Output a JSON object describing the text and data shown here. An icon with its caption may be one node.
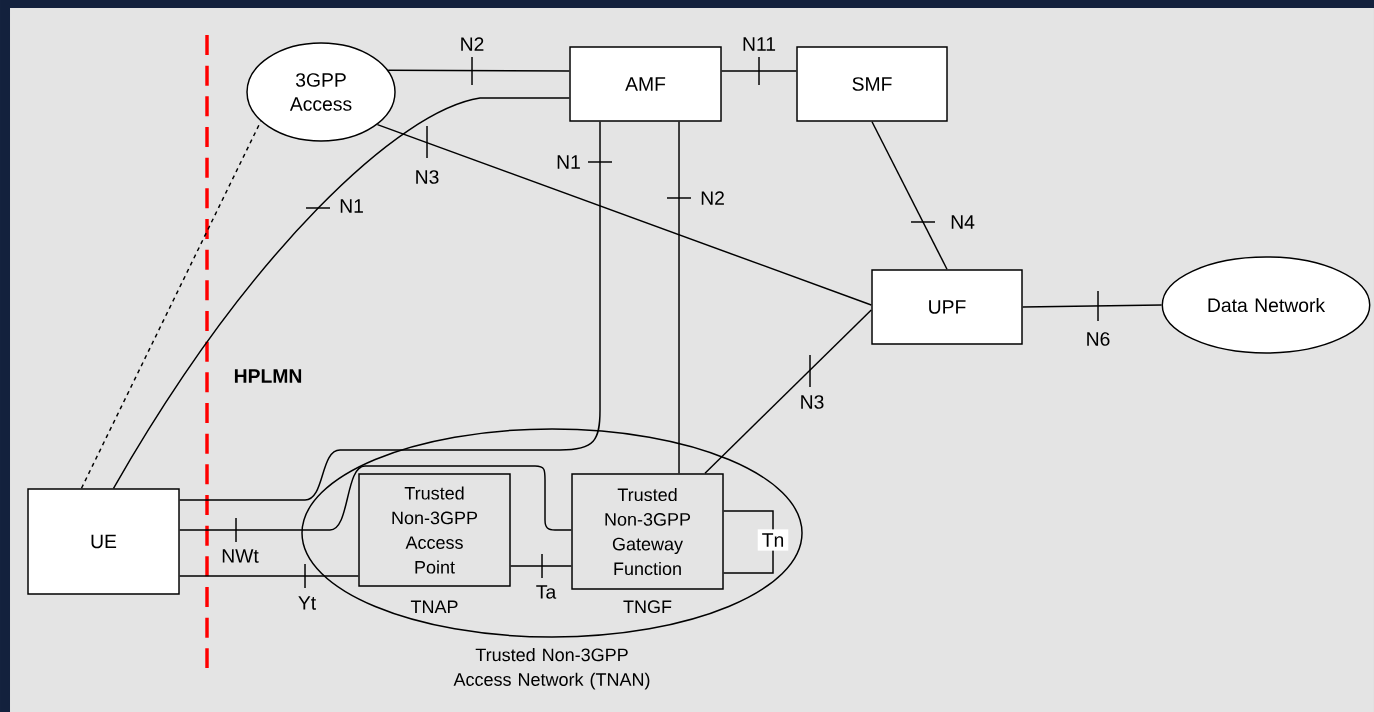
{
  "diagram": {
    "nodes": [
      {
        "text": [
          "3GPP Access"
        ]
      },
      {
        "text": [
          "AMF"
        ]
      },
      {
        "text": [
          "SMF"
        ]
      },
      {
        "text": [
          "UPF"
        ]
      },
      {
        "text": [
          "Data Network"
        ]
      },
      {
        "text": [
          "UE"
        ]
      },
      {
        "text": [
          "Trusted Non-3GPP Access Network (TNAN)"
        ]
      },
      {
        "text": [
          "Trusted Non-3GPP Access Point",
          "TNAP"
        ],
        "in": 6
      },
      {
        "text": [
          "Trusted Non-3GPP Gateway Function",
          "TNGF"
        ],
        "in": 6
      }
    ],
    "edges": [
      {
        "from": 0,
        "to": 1,
        "arrow": "none",
        "label": "N2"
      },
      {
        "from": 5,
        "to": 1,
        "arrow": "none",
        "label": "N1"
      },
      {
        "from": 5,
        "to": 0,
        "arrow": "none",
        "style": "dashed"
      },
      {
        "from": 0,
        "to": 3,
        "arrow": "none",
        "label": "N3"
      },
      {
        "from": 1,
        "to": 2,
        "arrow": "none",
        "label": "N11"
      },
      {
        "from": 5,
        "to": 1,
        "arrow": "none",
        "label": "N1"
      },
      {
        "from": 1,
        "to": 8,
        "arrow": "none",
        "label": "N2"
      },
      {
        "from": 2,
        "to": 3,
        "arrow": "none",
        "label": "N4"
      },
      {
        "from": 8,
        "to": 3,
        "arrow": "none",
        "label": "N3"
      },
      {
        "from": 3,
        "to": 4,
        "arrow": "none",
        "label": "N6"
      },
      {
        "from": 5,
        "to": 8,
        "arrow": "none",
        "label": "NWt"
      },
      {
        "from": 5,
        "to": 7,
        "arrow": "none",
        "label": "Yt"
      },
      {
        "from": 7,
        "to": 8,
        "arrow": "none",
        "label": "Ta"
      },
      {
        "from": 8,
        "to": 8,
        "arrow": "none",
        "label": "Tn"
      }
    ],
    "labels": [
      "HPLMN"
    ]
  }
}
